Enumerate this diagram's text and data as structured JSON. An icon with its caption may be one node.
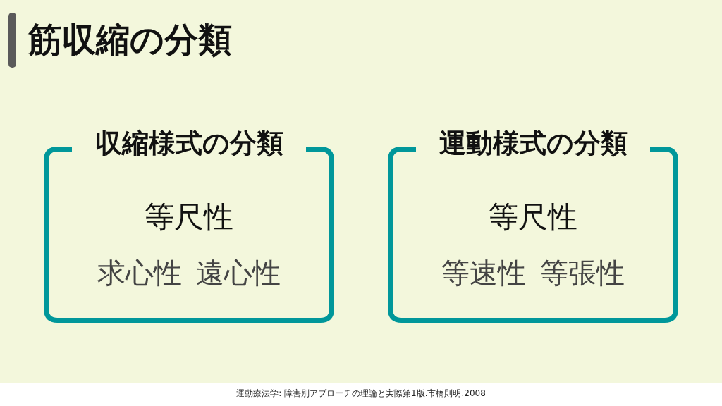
{
  "diagram": {
    "title": "筋収縮の分類",
    "caption": "運動療法学: 障害別アプローチの理論と実際第1版.市橋則明.2008",
    "nodes": [
      {
        "text": [
          "収縮様式の分類",
          "等尺性",
          "求心性",
          "遠心性"
        ]
      },
      {
        "text": [
          "運動様式の分類",
          "等尺性",
          "等速性",
          "等張性"
        ]
      }
    ],
    "edges": []
  }
}
